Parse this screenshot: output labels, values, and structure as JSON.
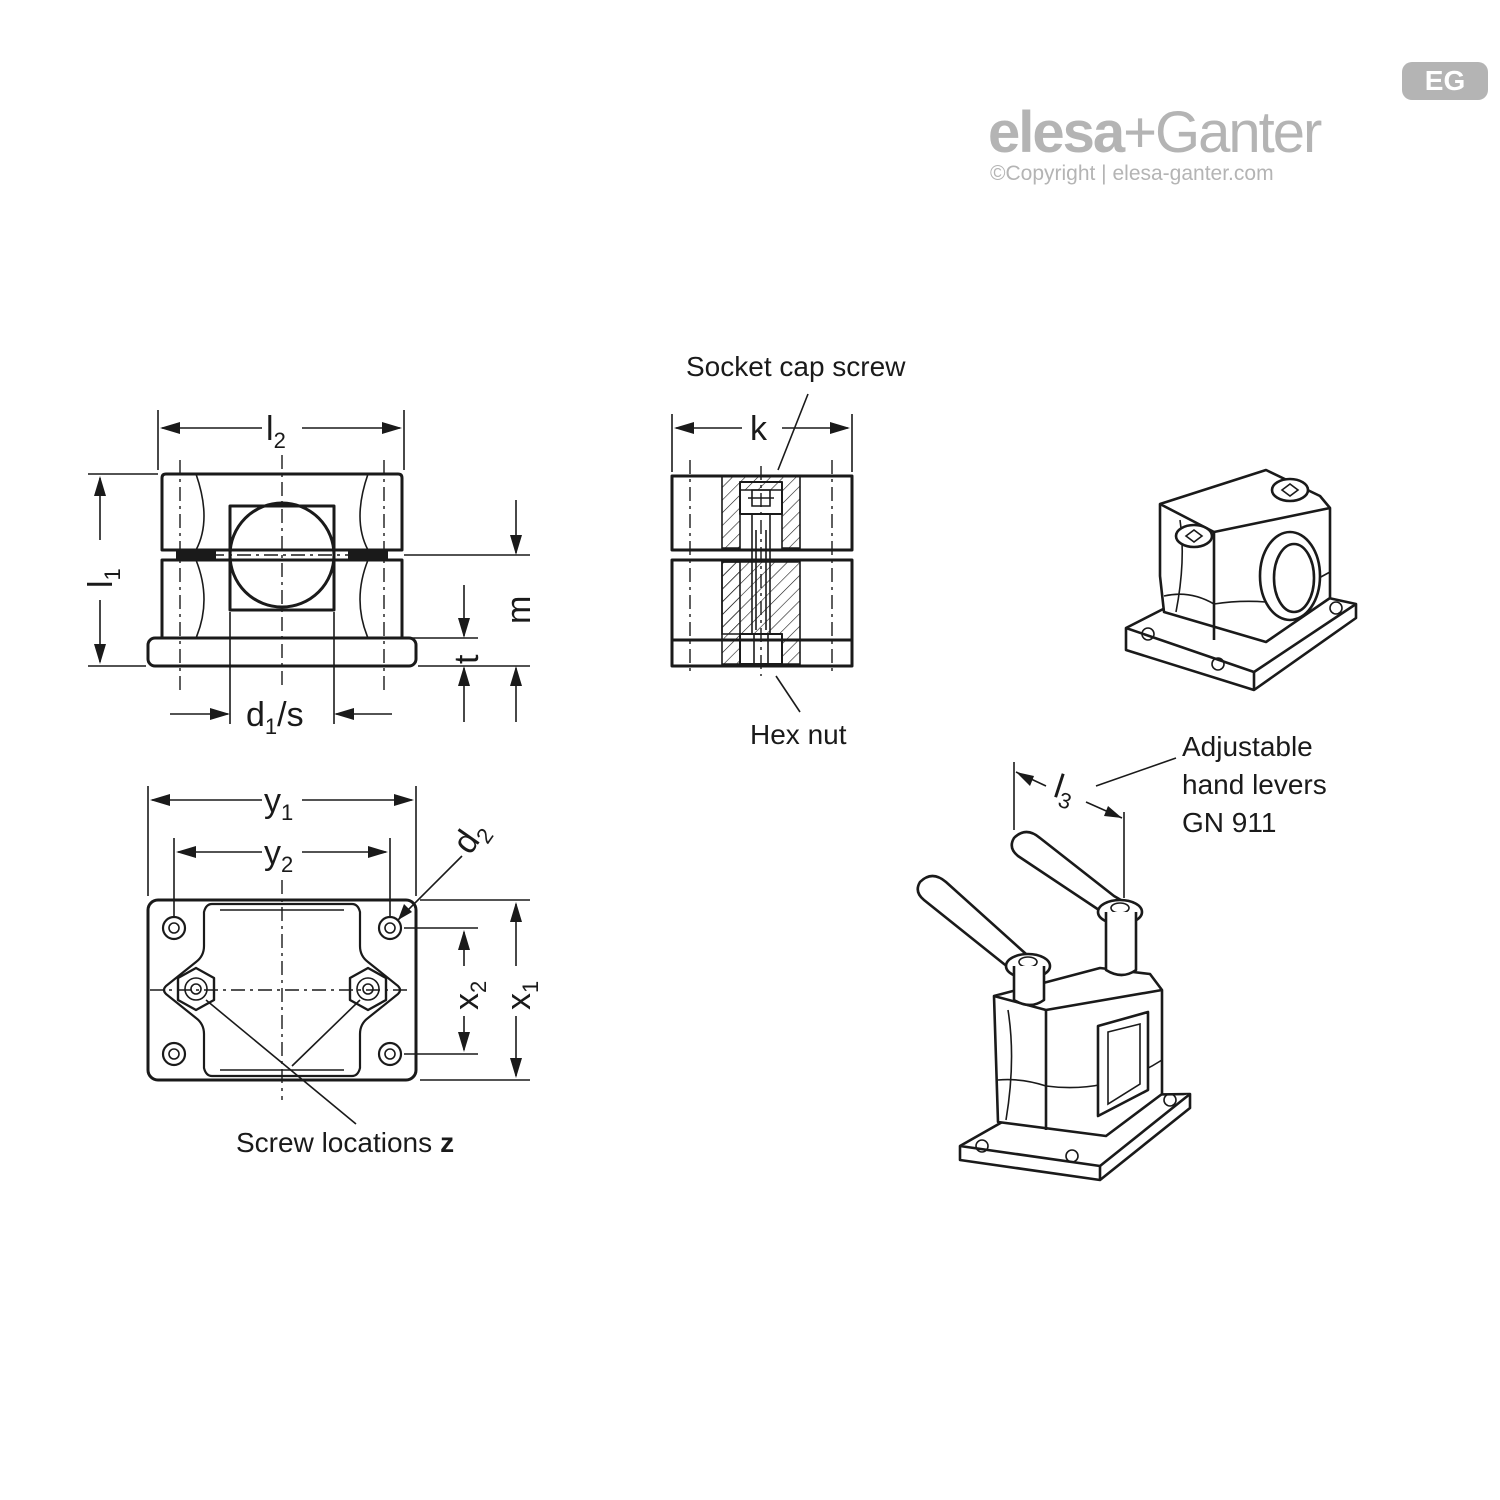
{
  "logo": {
    "brand_left": "elesa",
    "plus": "+",
    "brand_right": "Ganter",
    "badge": "EG",
    "copyright": "©Copyright | elesa-ganter.com",
    "color": "#b4b4b4"
  },
  "dimensions": {
    "l2": {
      "main": "l",
      "sub": "2"
    },
    "l1": {
      "main": "l",
      "sub": "1"
    },
    "m": "m",
    "t": "t",
    "d1s": {
      "main": "d",
      "sub": "1",
      "tail": "/s"
    },
    "k": "k",
    "y1": {
      "main": "y",
      "sub": "1"
    },
    "y2": {
      "main": "y",
      "sub": "2"
    },
    "d2": {
      "main": "d",
      "sub": "2"
    },
    "x2": {
      "main": "x",
      "sub": "2"
    },
    "x1": {
      "main": "x",
      "sub": "1"
    },
    "l3": {
      "main": "l",
      "sub": "3"
    }
  },
  "callouts": {
    "socket_cap_screw": "Socket cap screw",
    "hex_nut": "Hex nut",
    "screw_locations": "Screw locations",
    "screw_locations_var": "z",
    "levers_line1": "Adjustable",
    "levers_line2": "hand levers",
    "levers_line3": "GN 911"
  }
}
